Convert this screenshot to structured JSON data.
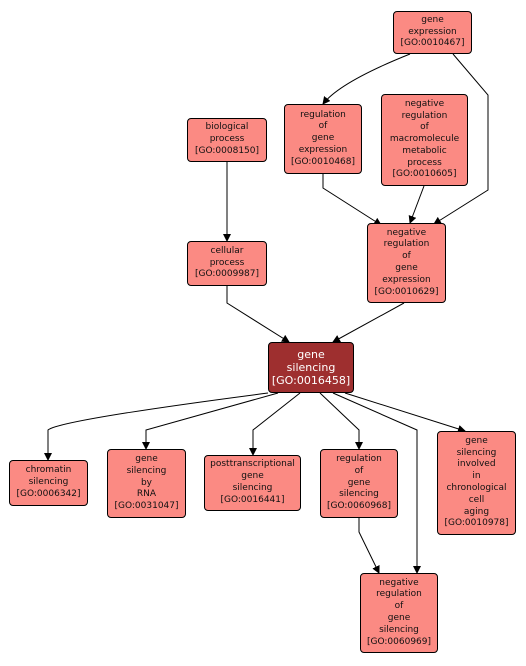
{
  "colors": {
    "node_fill": "#fb8a83",
    "focus_fill": "#9e2f2f",
    "focus_text": "#ffffff",
    "edge": "#000000"
  },
  "nodes": {
    "gene_expression": "gene\nexpression\n[GO:0010467]",
    "regulation_of_gene_expression": "regulation\nof\ngene\nexpression\n[GO:0010468]",
    "negative_regulation_of_macromolecule_metabolic_process": "negative\nregulation\nof\nmacromolecule\nmetabolic\nprocess\n[GO:0010605]",
    "biological_process": "biological\nprocess\n[GO:0008150]",
    "cellular_process": "cellular\nprocess\n[GO:0009987]",
    "negative_regulation_of_gene_expression": "negative\nregulation\nof\ngene\nexpression\n[GO:0010629]",
    "gene_silencing": "gene\nsilencing\n[GO:0016458]",
    "chromatin_silencing": "chromatin\nsilencing\n[GO:0006342]",
    "gene_silencing_by_rna": "gene\nsilencing\nby\nRNA\n[GO:0031047]",
    "posttranscriptional_gene_silencing": "posttranscriptional\ngene\nsilencing\n[GO:0016441]",
    "regulation_of_gene_silencing": "regulation\nof\ngene\nsilencing\n[GO:0060968]",
    "gene_silencing_involved_in_chronological_cell_aging": "gene\nsilencing\ninvolved\nin\nchronological\ncell\naging\n[GO:0010978]",
    "negative_regulation_of_gene_silencing": "negative\nregulation\nof\ngene\nsilencing\n[GO:0060969]"
  }
}
